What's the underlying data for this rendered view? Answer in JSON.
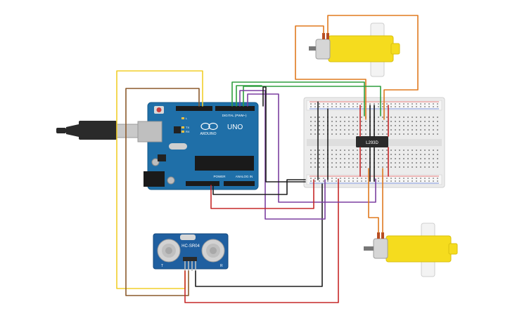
{
  "arduino": {
    "board_name": "UNO",
    "brand": "ARDUINO",
    "digital_label": "DIGITAL (PWM~)",
    "power_label": "POWER",
    "analog_label": "ANALOG IN",
    "tx_label": "TX",
    "rx_label": "RX",
    "l_label": "L"
  },
  "sensor": {
    "model": "HC-SR04",
    "left_mark": "T",
    "right_mark": "R"
  },
  "driver_ic": {
    "label": "L293D"
  },
  "colors": {
    "wire_yellow": "#f2cf2a",
    "wire_brown": "#8b5a2b",
    "wire_green": "#2e9e3e",
    "wire_purple": "#7b3fa0",
    "wire_black": "#1e1e1e",
    "wire_red": "#c62828",
    "wire_orange": "#e07a1f",
    "board_blue": "#1f6fa8",
    "motor_yellow": "#f5dc1e"
  },
  "icons": {
    "usb_cable": "usb-cable-icon",
    "dc_motor_top": "dc-motor-icon",
    "dc_motor_bottom": "dc-motor-icon"
  }
}
